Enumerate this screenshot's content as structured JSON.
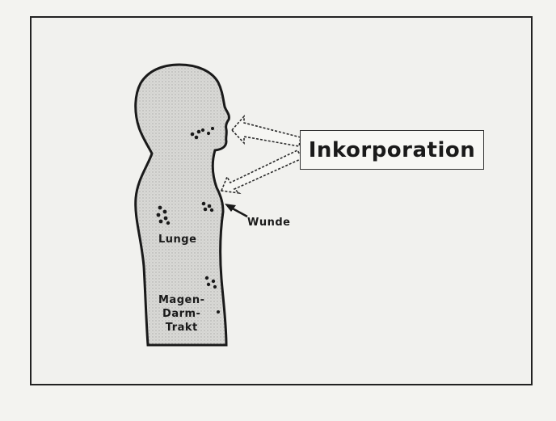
{
  "diagram": {
    "title_box": "Inkorporation",
    "labels": {
      "wound": "Wunde",
      "lung": "Lunge",
      "gi_line1": "Magen-",
      "gi_line2": "Darm-",
      "gi_line3": "Trakt"
    }
  }
}
